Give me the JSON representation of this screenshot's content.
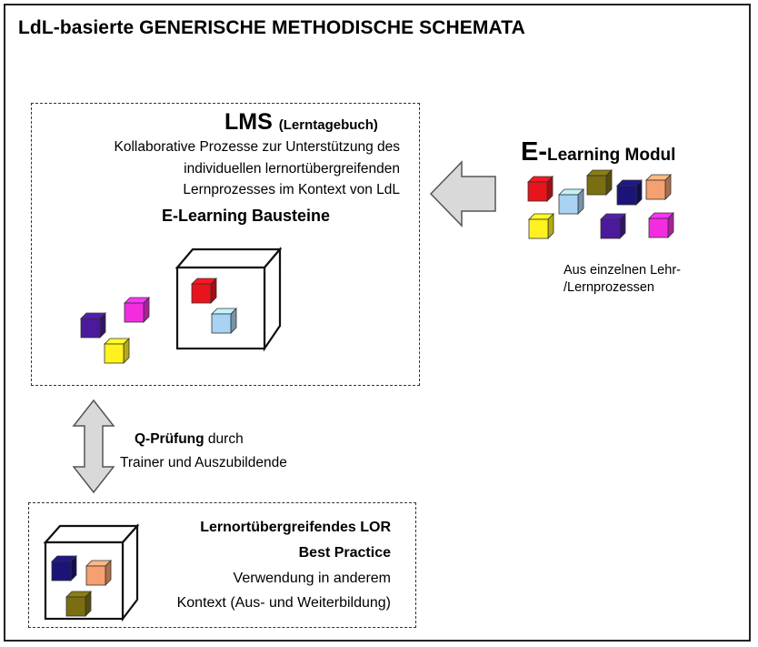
{
  "title": "LdL-basierte GENERISCHE METHODISCHE SCHEMATA",
  "lms": {
    "heading": "LMS",
    "heading_note": "(Lerntagebuch)",
    "description_lines": [
      "Kollaborative Prozesse zur Unterstützung des",
      "individuellen lernortübergreifenden",
      "Lernprozesses im Kontext von LdL"
    ],
    "bausteine": "E-Learning Bausteine"
  },
  "elearning_modul": {
    "heading_prefix": "E-",
    "heading_rest": "Learning Modul",
    "caption_lines": [
      "Aus einzelnen Lehr-",
      "/Lernprozessen"
    ]
  },
  "pruefung": {
    "bold": "Q-Prüfung",
    "rest": " durch",
    "line2": "Trainer und Auszubildende"
  },
  "lor": {
    "line1": "Lernortübergreifendes LOR",
    "line2": "Best Practice",
    "line3": "Verwendung in anderem",
    "line4": "Kontext (Aus- und Weiterbildung)"
  },
  "colors": {
    "red": "#e8141c",
    "light_blue": "#a9d3f2",
    "olive": "#7a6e10",
    "navy": "#1a1478",
    "salmon": "#f4a070",
    "yellow": "#fff21e",
    "purple": "#4a1a9a",
    "magenta": "#f42ce0",
    "arrow_fill": "#d9d9d9",
    "arrow_stroke": "#555555"
  }
}
